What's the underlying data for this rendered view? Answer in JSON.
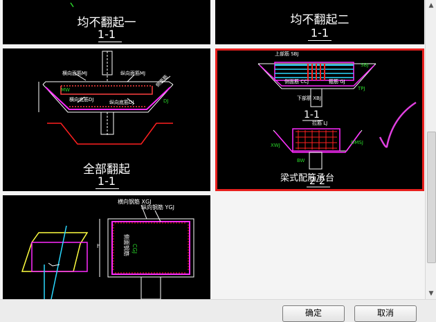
{
  "tiles": [
    {
      "caption": "均不翻起一",
      "section": "1-1"
    },
    {
      "caption": "均不翻起二",
      "section": "1-1"
    },
    {
      "caption": "全部翻起",
      "section": "1-1",
      "labels": {
        "top_rebar": "横向面筋MJ",
        "long_rebar": "纵向面筋MJ",
        "bottom_h": "横向底筋DJ",
        "bottom_l": "纵向底筋DJ",
        "side": "侧面筋",
        "mw": "MW",
        "dj": "DJ"
      }
    },
    {
      "caption": "梁式配筋承台",
      "section_top": "1-1",
      "section_bottom": "2-2",
      "labels": {
        "top": "上部筋 SBJ",
        "side_rebar": "侧面筋 CCJ",
        "stirrup": "箍筋 GJ",
        "bottom": "下部筋 XBJ",
        "sb": "SBJ",
        "tpj": "TPJ",
        "hook": "拉筋 LJ",
        "xwj": "XWJ",
        "cj": "CJ",
        "dmsj": "DMSJ",
        "gj2": "GJ",
        "bw": "BW"
      }
    },
    {
      "labels": {
        "horizontal": "横向钢筋 XGJ",
        "vertical": "纵向钢筋 YGJ",
        "side": "侧面钢筋",
        "cgj": "CGJ",
        "h": "h"
      }
    }
  ],
  "buttons": {
    "ok": "确定",
    "cancel": "取消"
  }
}
